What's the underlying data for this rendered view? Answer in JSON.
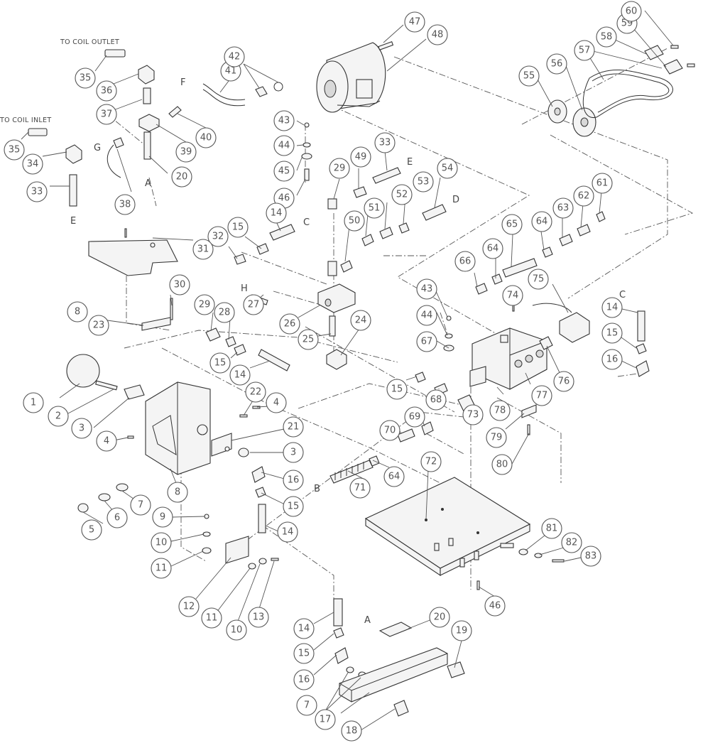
{
  "notes": {
    "coil_outlet": "TO COIL OUTLET",
    "coil_inlet": "TO COIL INLET"
  },
  "letters": {
    "F": "F",
    "G": "G",
    "A_top": "A",
    "E_left": "E",
    "E_mid": "E",
    "D": "D",
    "C_mid": "C",
    "C_right": "C",
    "H": "H",
    "B": "B",
    "A_bottom": "A"
  },
  "callouts": {
    "c1": "1",
    "c2": "2",
    "c3a": "3",
    "c3b": "3",
    "c4a": "4",
    "c4b": "4",
    "c5": "5",
    "c6": "6",
    "c7a": "7",
    "c7b": "7",
    "c8a": "8",
    "c8b": "8",
    "c9": "9",
    "c10a": "10",
    "c10b": "10",
    "c11a": "11",
    "c11b": "11",
    "c12": "12",
    "c13": "13",
    "c14a": "14",
    "c14b": "14",
    "c14c": "14",
    "c14d": "14",
    "c14e": "14",
    "c15a": "15",
    "c15b": "15",
    "c15c": "15",
    "c15d": "15",
    "c15e": "15",
    "c15f": "15",
    "c16a": "16",
    "c16b": "16",
    "c16c": "16",
    "c17": "17",
    "c18": "18",
    "c19": "19",
    "c20a": "20",
    "c20b": "20",
    "c21": "21",
    "c22": "22",
    "c23": "23",
    "c24": "24",
    "c25": "25",
    "c26": "26",
    "c27": "27",
    "c28": "28",
    "c29a": "29",
    "c29b": "29",
    "c30": "30",
    "c31": "31",
    "c32": "32",
    "c33a": "33",
    "c33b": "33",
    "c34": "34",
    "c35a": "35",
    "c35b": "35",
    "c36": "36",
    "c37": "37",
    "c38": "38",
    "c39": "39",
    "c40": "40",
    "c41": "41",
    "c42": "42",
    "c43a": "43",
    "c43b": "43",
    "c44a": "44",
    "c44b": "44",
    "c45": "45",
    "c46a": "46",
    "c46b": "46",
    "c47": "47",
    "c48": "48",
    "c49": "49",
    "c50": "50",
    "c51": "51",
    "c52": "52",
    "c53": "53",
    "c54": "54",
    "c55": "55",
    "c56": "56",
    "c57": "57",
    "c58": "58",
    "c59": "59",
    "c60": "60",
    "c61": "61",
    "c62": "62",
    "c63": "63",
    "c64a": "64",
    "c64b": "64",
    "c64c": "64",
    "c65": "65",
    "c66": "66",
    "c67": "67",
    "c68": "68",
    "c69": "69",
    "c70": "70",
    "c71": "71",
    "c72": "72",
    "c73": "73",
    "c74": "74",
    "c75": "75",
    "c76": "76",
    "c77": "77",
    "c78": "78",
    "c79": "79",
    "c80": "80",
    "c81": "81",
    "c82": "82",
    "c83": "83"
  }
}
